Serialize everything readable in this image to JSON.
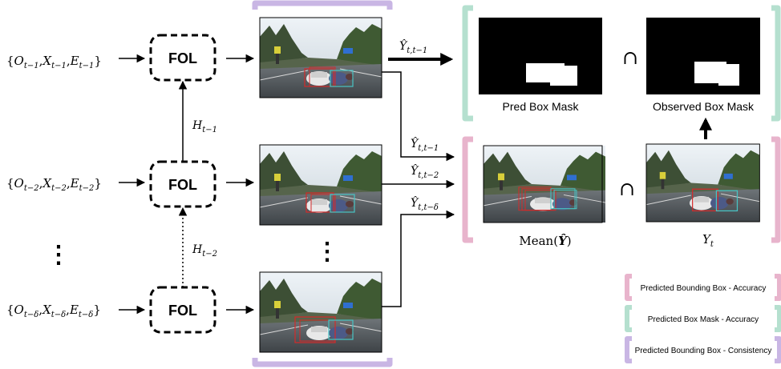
{
  "fol_label": "FOL",
  "inputs": [
    {
      "pre": "{",
      "o": "O",
      "x": "X",
      "e": "E",
      "sub": "t−1",
      "post": "}"
    },
    {
      "pre": "{",
      "o": "O",
      "x": "X",
      "e": "E",
      "sub": "t−2",
      "post": "}"
    },
    {
      "pre": "{",
      "o": "O",
      "x": "X",
      "e": "E",
      "sub": "t−δ",
      "post": "}"
    }
  ],
  "hidden_states": [
    {
      "base": "H",
      "sub": "t−1"
    },
    {
      "base": "H",
      "sub": "t−2"
    }
  ],
  "predictions": [
    {
      "base": "Ŷ",
      "sub": "t,t−1"
    },
    {
      "base": "Ŷ",
      "sub": "t,t−1"
    },
    {
      "base": "Ŷ",
      "sub": "t,t−2"
    },
    {
      "base": "Ŷ",
      "sub": "t,t−δ"
    }
  ],
  "vertical_ellipsis": "⋮",
  "intersect_symbol": "∩",
  "captions": {
    "pred_box_mask": "Pred Box Mask",
    "observed_box_mask": "Observed Box Mask",
    "mean_prefix": "Mean(",
    "mean_symbol": "Ŷ",
    "mean_suffix": ")",
    "yt_base": "Y",
    "yt_sub": "t"
  },
  "legend": [
    {
      "label": "Predicted Bounding Box - Accuracy",
      "color": "#e8b4cc"
    },
    {
      "label": "Predicted Box Mask - Accuracy",
      "color": "#b5e0cf"
    },
    {
      "label": "Predicted Bounding Box - Consistency",
      "color": "#c9b6e4"
    }
  ],
  "colors": {
    "pink": "#e8b4cc",
    "teal": "#b5e0cf",
    "purple": "#c9b6e4",
    "box_red": "#d42a2a",
    "box_cyan": "#48c4c4"
  }
}
